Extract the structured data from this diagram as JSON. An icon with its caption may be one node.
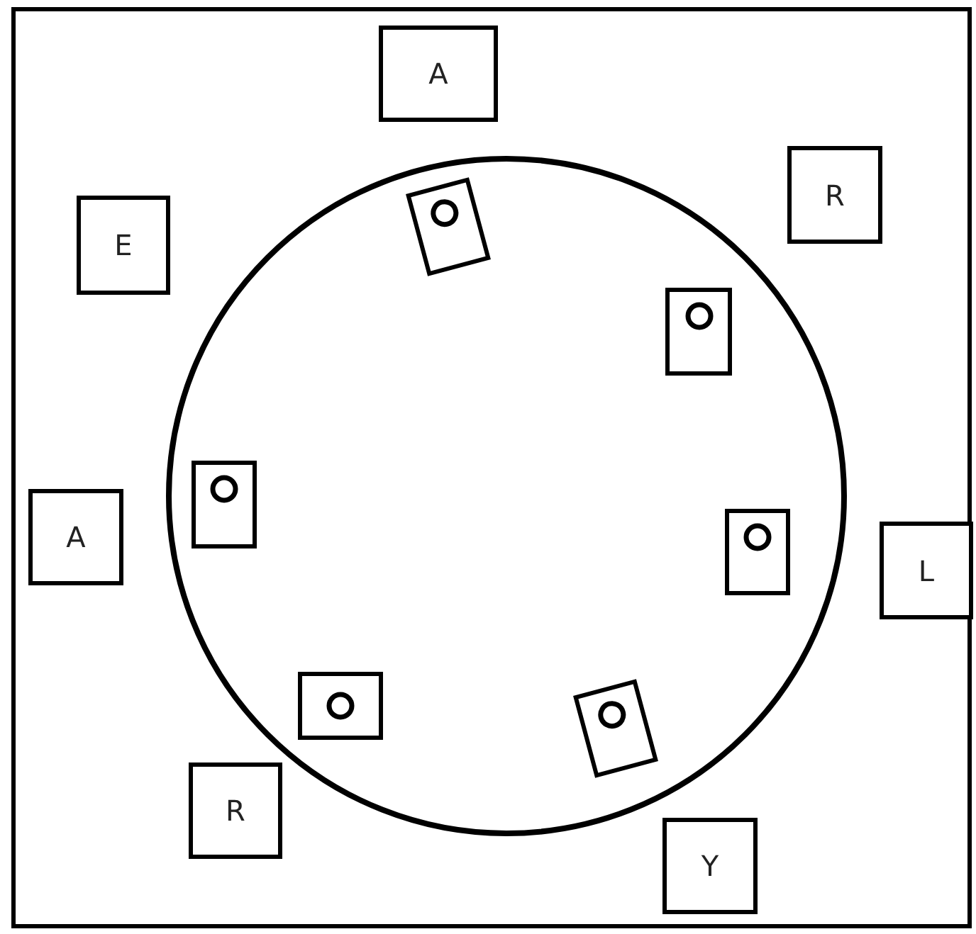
{
  "diagram": {
    "nodes": [
      {
        "text": [
          "A"
        ]
      },
      {
        "text": [
          "R"
        ]
      },
      {
        "text": [
          "E"
        ]
      },
      {
        "text": [
          "A"
        ]
      },
      {
        "text": [
          "L"
        ]
      },
      {
        "text": [
          "R"
        ]
      },
      {
        "text": [
          "Y"
        ]
      },
      {
        "text": [],
        "shape": "circle"
      },
      {
        "text": [],
        "shape": "box",
        "in": 7
      },
      {
        "text": [],
        "shape": "box",
        "in": 7
      },
      {
        "text": [],
        "shape": "box",
        "in": 7
      },
      {
        "text": [],
        "shape": "box",
        "in": 7
      },
      {
        "text": [],
        "shape": "box",
        "in": 7
      },
      {
        "text": [],
        "shape": "box",
        "in": 7
      }
    ],
    "edges": []
  }
}
